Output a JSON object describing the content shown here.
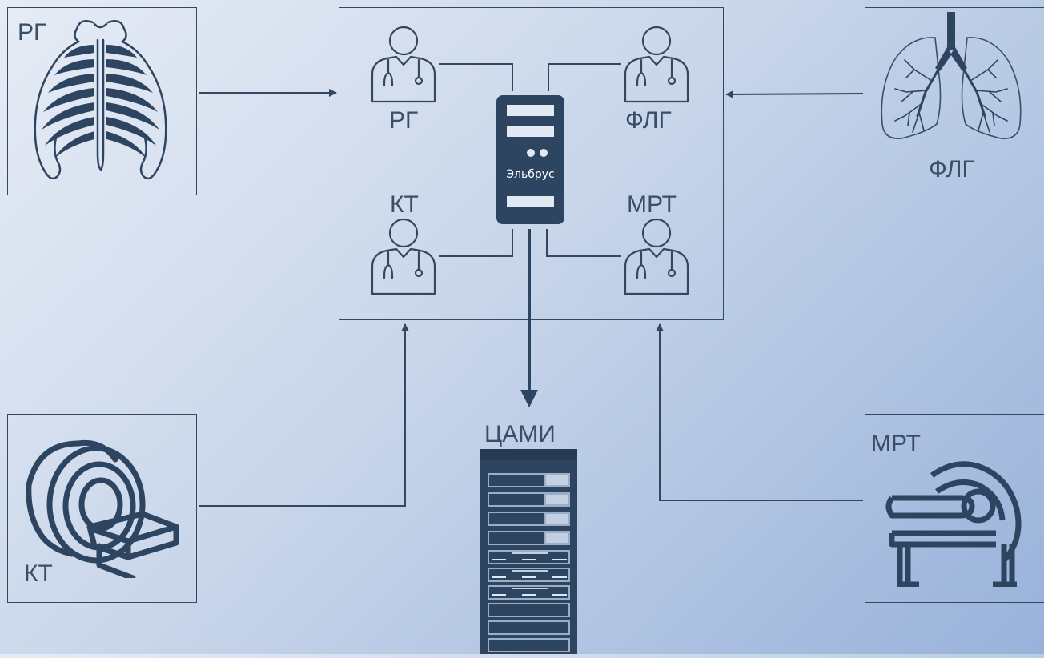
{
  "colors": {
    "ink": "#34475f",
    "dark": "#2e4562",
    "bg_start": "#e6ecf5",
    "bg_end": "#98b2da"
  },
  "modalities": {
    "rg": {
      "label": "РГ",
      "icon": "ribcage-icon"
    },
    "flg": {
      "label": "ФЛГ",
      "icon": "lungs-icon"
    },
    "kt": {
      "label": "КТ",
      "icon": "ct-scanner-icon"
    },
    "mrt": {
      "label": "МРТ",
      "icon": "mri-scanner-icon"
    }
  },
  "center": {
    "server_label": "Эльбрус",
    "doctors": [
      {
        "label": "РГ",
        "icon": "doctor-icon"
      },
      {
        "label": "ФЛГ",
        "icon": "doctor-icon"
      },
      {
        "label": "КТ",
        "icon": "doctor-icon"
      },
      {
        "label": "МРТ",
        "icon": "doctor-icon"
      }
    ]
  },
  "archive": {
    "label": "ЦАМИ",
    "icon": "server-rack-icon"
  }
}
